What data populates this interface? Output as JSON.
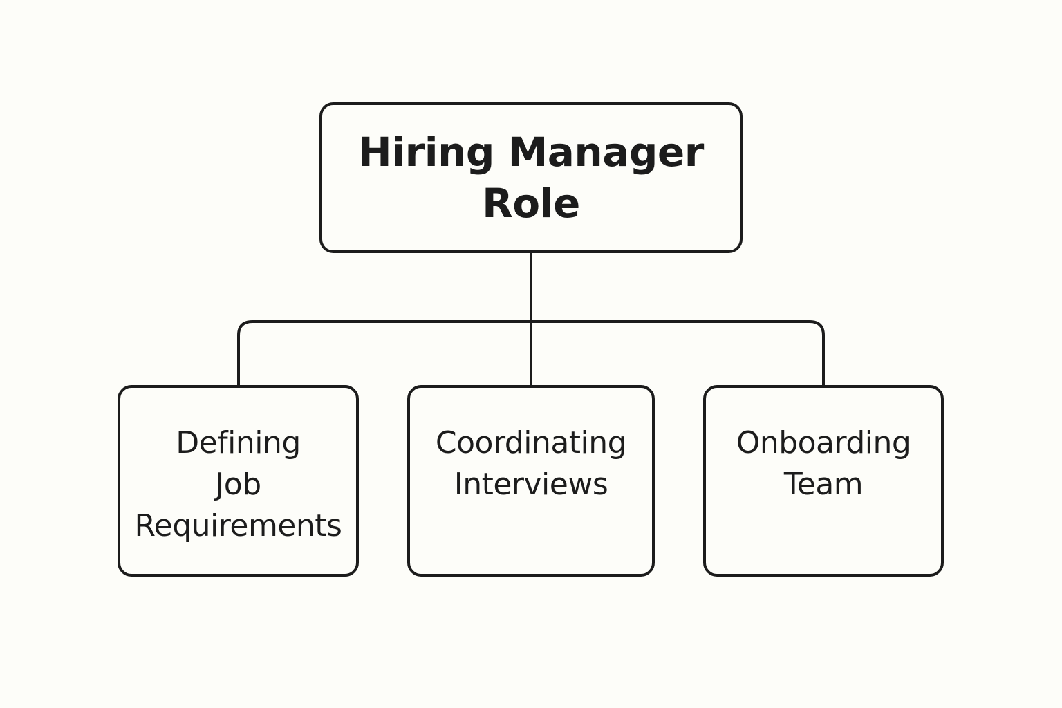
{
  "diagram": {
    "root": {
      "label": "Hiring Manager\nRole"
    },
    "children": [
      {
        "label": "Defining\nJob\nRequirements"
      },
      {
        "label": "Coordinating\nInterviews"
      },
      {
        "label": "Onboarding\nTeam"
      }
    ]
  },
  "colors": {
    "background": "#fdfdf9",
    "stroke": "#1c1c1c",
    "text": "#1c1c1c"
  }
}
